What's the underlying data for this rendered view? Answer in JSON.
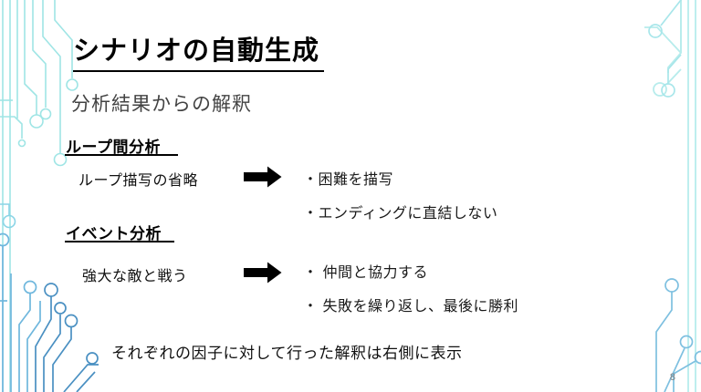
{
  "slide": {
    "page_number": "8",
    "title": "シナリオの自動生成",
    "subtitle": "分析結果からの解釈",
    "footnote": "それぞれの因子に対して行った解釈は右側に表示",
    "sections": [
      {
        "heading": "ループ間分析",
        "factor": "ループ描写の省略",
        "arrow": "right-arrow-icon",
        "interpretations": [
          "・困難を描写",
          "・エンディングに直結しない"
        ]
      },
      {
        "heading": "イベント分析",
        "factor": "強大な敵と戦う",
        "arrow": "right-arrow-icon",
        "interpretations": [
          "・ 仲間と協力する",
          "・ 失敗を繰り返し、最後に勝利"
        ]
      }
    ],
    "colors": {
      "background": "#ffffff",
      "title_text": "#000000",
      "subtitle_text": "#434343",
      "body_text": "#111111",
      "arrow": "#000000",
      "circuit_light": "#9fe5e5",
      "circuit_mid": "#7ec8e3",
      "circuit_deep": "#4a90c2",
      "page_number": "#7f7f7f"
    }
  }
}
